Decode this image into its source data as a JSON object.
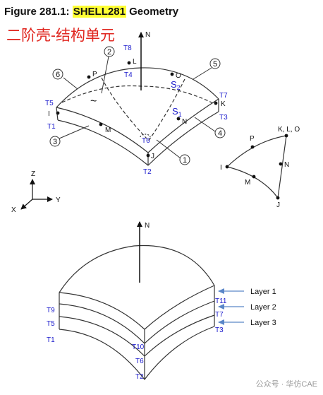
{
  "header": {
    "title_prefix": "Figure 281.1:",
    "title_highlight": "SHELL281",
    "title_suffix": "Geometry",
    "subtitle": "二阶壳-结构单元",
    "highlight_color": "#ffff33",
    "subtitle_color": "#e0261f"
  },
  "shell_view": {
    "normal_label": "N",
    "corner_nodes": [
      "I",
      "J",
      "K",
      "L"
    ],
    "midside_nodes": [
      "M",
      "N",
      "O",
      "P"
    ],
    "thickness_points": [
      "T1",
      "T2",
      "T3",
      "T4",
      "T5",
      "T6",
      "T7",
      "T8"
    ],
    "surface_labels": [
      "S",
      "S"
    ],
    "surface_subscripts": [
      "2",
      "1"
    ],
    "face_numbers": [
      "1",
      "2",
      "3",
      "4",
      "5",
      "6"
    ],
    "tilde": "~"
  },
  "axes": {
    "z": "Z",
    "y": "Y",
    "x": "X"
  },
  "triangle_view": {
    "nodes": [
      "I",
      "M",
      "J",
      "N",
      "K, L, O",
      "P"
    ]
  },
  "layered_view": {
    "normal_label": "N",
    "thickness_points_left": [
      "T9",
      "T5",
      "T1"
    ],
    "thickness_points_right": [
      "T11",
      "T7",
      "T3"
    ],
    "thickness_points_bottom": [
      "T10",
      "T6",
      "T2"
    ],
    "layers": [
      "Layer 1",
      "Layer 2",
      "Layer 3"
    ],
    "arrow_color": "#5a86c8"
  },
  "watermark": "公众号 · 华仿CAE",
  "colors": {
    "label_blue": "#1a1acc",
    "line": "#333333"
  }
}
